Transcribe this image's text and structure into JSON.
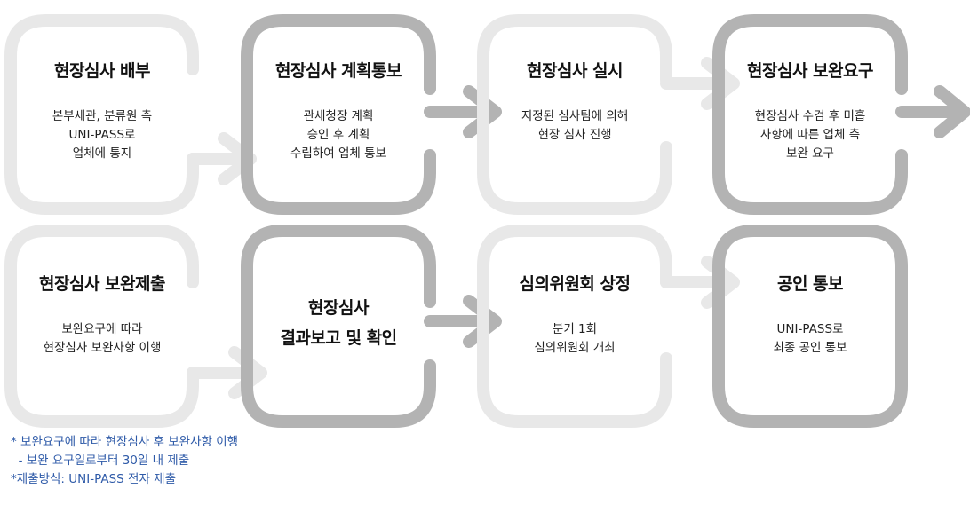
{
  "steps": [
    {
      "title": "현장심사 배부",
      "desc": [
        "본부세관, 분류원 측",
        "UNI-PASS로",
        "업체에 통지"
      ]
    },
    {
      "title": "현장심사 계획통보",
      "desc": [
        "관세청장 계획",
        "승인 후 계획",
        "수립하여 업체 통보"
      ]
    },
    {
      "title": "현장심사 실시",
      "desc": [
        "지정된 심사팀에 의해",
        "현장 심사 진행"
      ]
    },
    {
      "title": "현장심사 보완요구",
      "desc": [
        "현장심사 수검 후 미흡",
        "사항에 따른  업체 측",
        "보완 요구"
      ]
    },
    {
      "title": "현장심사 보완제출",
      "desc": [
        "보완요구에 따라",
        "현장심사 보완사항 이행"
      ]
    },
    {
      "title_lines": [
        "현장심사",
        "결과보고 및 확인"
      ]
    },
    {
      "title": "심의위원회 상정",
      "desc": [
        "분기 1회",
        "심의위원회 개최"
      ]
    },
    {
      "title": "공인 통보",
      "desc": [
        "UNI-PASS로",
        "최종 공인 통보"
      ]
    }
  ],
  "notes": [
    "* 보완요구에 따라 현장심사 후 보완사항 이행",
    "  - 보완 요구일로부터 30일 내 제출",
    "*제출방식: UNI-PASS 전자 제출"
  ],
  "colors": {
    "light_gray": "#e8e8e8",
    "dark_gray": "#b3b3b3",
    "note_blue": "#2e5aa8"
  }
}
